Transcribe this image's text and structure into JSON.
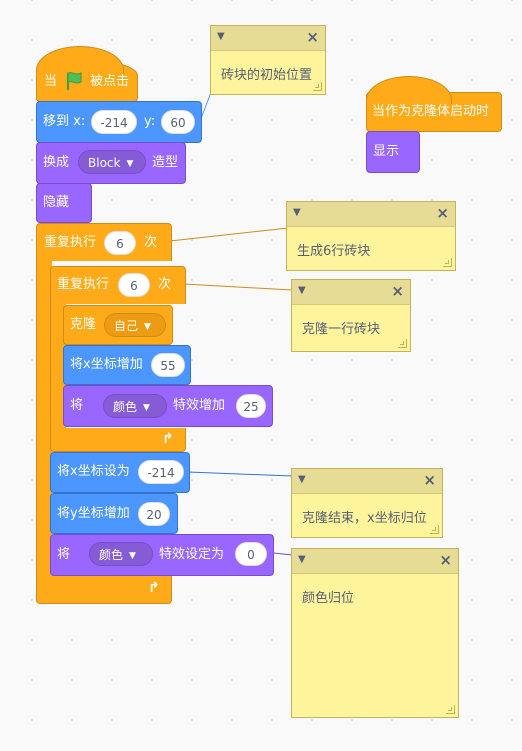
{
  "script_main": {
    "hat": {
      "label_when": "当",
      "label_clicked": "被点击",
      "flag_icon": "green-flag-icon"
    },
    "goto": {
      "label": "移到 x:",
      "x": "-214",
      "label_y": "y:",
      "y": "60"
    },
    "costume": {
      "label": "换成",
      "value": "Block",
      "label_suffix": "造型"
    },
    "hide": {
      "label": "隐藏"
    },
    "repeat_outer": {
      "label": "重复执行",
      "times": "6",
      "label_suffix": "次"
    },
    "repeat_inner": {
      "label": "重复执行",
      "times": "6",
      "label_suffix": "次"
    },
    "clone": {
      "label": "克隆",
      "target": "自己"
    },
    "change_x": {
      "label": "将x坐标增加",
      "value": "55"
    },
    "change_effect": {
      "label": "将",
      "effect": "颜色",
      "label_suffix": "特效增加",
      "value": "25"
    },
    "set_x": {
      "label": "将x坐标设为",
      "value": "-214"
    },
    "change_y": {
      "label": "将y坐标增加",
      "value": "20"
    },
    "set_effect": {
      "label": "将",
      "effect": "颜色",
      "label_suffix": "特效设定为",
      "value": "0"
    }
  },
  "script_clone": {
    "hat": {
      "label": "当作为克隆体启动时"
    },
    "show": {
      "label": "显示"
    }
  },
  "comments": [
    {
      "text": "砖块的初始位置"
    },
    {
      "text": "生成6行砖块"
    },
    {
      "text": "克隆一行砖块"
    },
    {
      "text": "克隆结束，x坐标归位"
    },
    {
      "text": "颜色归位"
    }
  ],
  "colors": {
    "events": "#ffab19",
    "motion": "#4c97ff",
    "looks": "#9966ff",
    "control": "#ffab19",
    "comment": "#fef49c"
  }
}
